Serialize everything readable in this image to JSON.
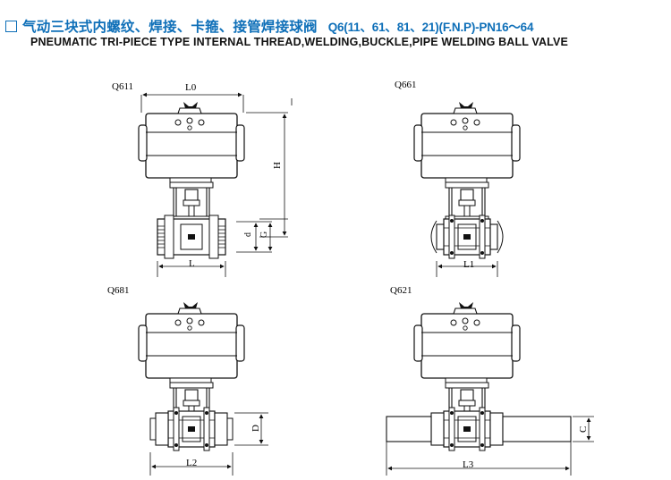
{
  "header": {
    "title_cn": "气动三块式内螺纹、焊接、卡箍、接管焊接球阀",
    "title_model": "Q6(11、61、81、21)(F.N.P)-PN16～64",
    "title_en": "PNEUMATIC TRI-PIECE TYPE INTERNAL THREAD,WELDING,BUCKLE,PIPE WELDING BALL VALVE"
  },
  "drawings": {
    "q611": {
      "label": "Q611",
      "dim_l0": "L0",
      "dim_h": "H",
      "dim_g": "G",
      "dim_d": "d",
      "dim_l": "L"
    },
    "q661": {
      "label": "Q661",
      "dim_l1": "L1"
    },
    "q681": {
      "label": "Q681",
      "dim_d": "D",
      "dim_l2": "L2"
    },
    "q621": {
      "label": "Q621",
      "dim_c": "C",
      "dim_l3": "L3"
    }
  }
}
